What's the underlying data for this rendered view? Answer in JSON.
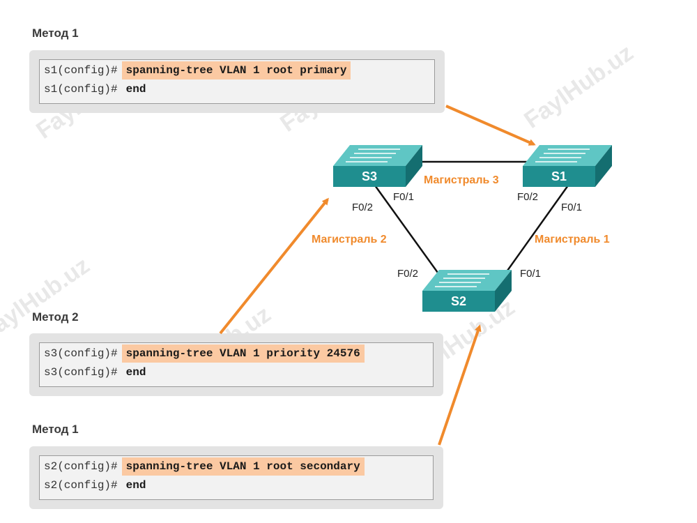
{
  "methods": [
    {
      "label": "Метод 1",
      "lines": [
        {
          "prompt": "s1(config)#",
          "command": "spanning-tree VLAN 1 root primary",
          "highlight": true
        },
        {
          "prompt": "s1(config)#",
          "command": "end",
          "highlight": false
        }
      ]
    },
    {
      "label": "Метод 2",
      "lines": [
        {
          "prompt": "s3(config)#",
          "command": "spanning-tree VLAN 1 priority 24576",
          "highlight": true
        },
        {
          "prompt": "s3(config)#",
          "command": "end",
          "highlight": false
        }
      ]
    },
    {
      "label": "Метод 1",
      "lines": [
        {
          "prompt": "s2(config)#",
          "command": "spanning-tree VLAN 1 root secondary",
          "highlight": true
        },
        {
          "prompt": "s2(config)#",
          "command": "end",
          "highlight": false
        }
      ]
    }
  ],
  "switches": {
    "s1": {
      "label": "S1"
    },
    "s2": {
      "label": "S2"
    },
    "s3": {
      "label": "S3"
    }
  },
  "trunks": {
    "t1": "Магистраль 1",
    "t2": "Магистраль 2",
    "t3": "Магистраль 3"
  },
  "ports": {
    "s3_f01": "F0/1",
    "s3_f02": "F0/2",
    "s1_f02": "F0/2",
    "s1_f01": "F0/1",
    "s2_f02": "F0/2",
    "s2_f01": "F0/1"
  },
  "watermark": "FaylHub.uz",
  "colors": {
    "accent": "#f08a2c",
    "switch_top": "#5fc6c4",
    "switch_front": "#1f8e8f",
    "switch_side": "#146e70",
    "link": "#111111"
  }
}
